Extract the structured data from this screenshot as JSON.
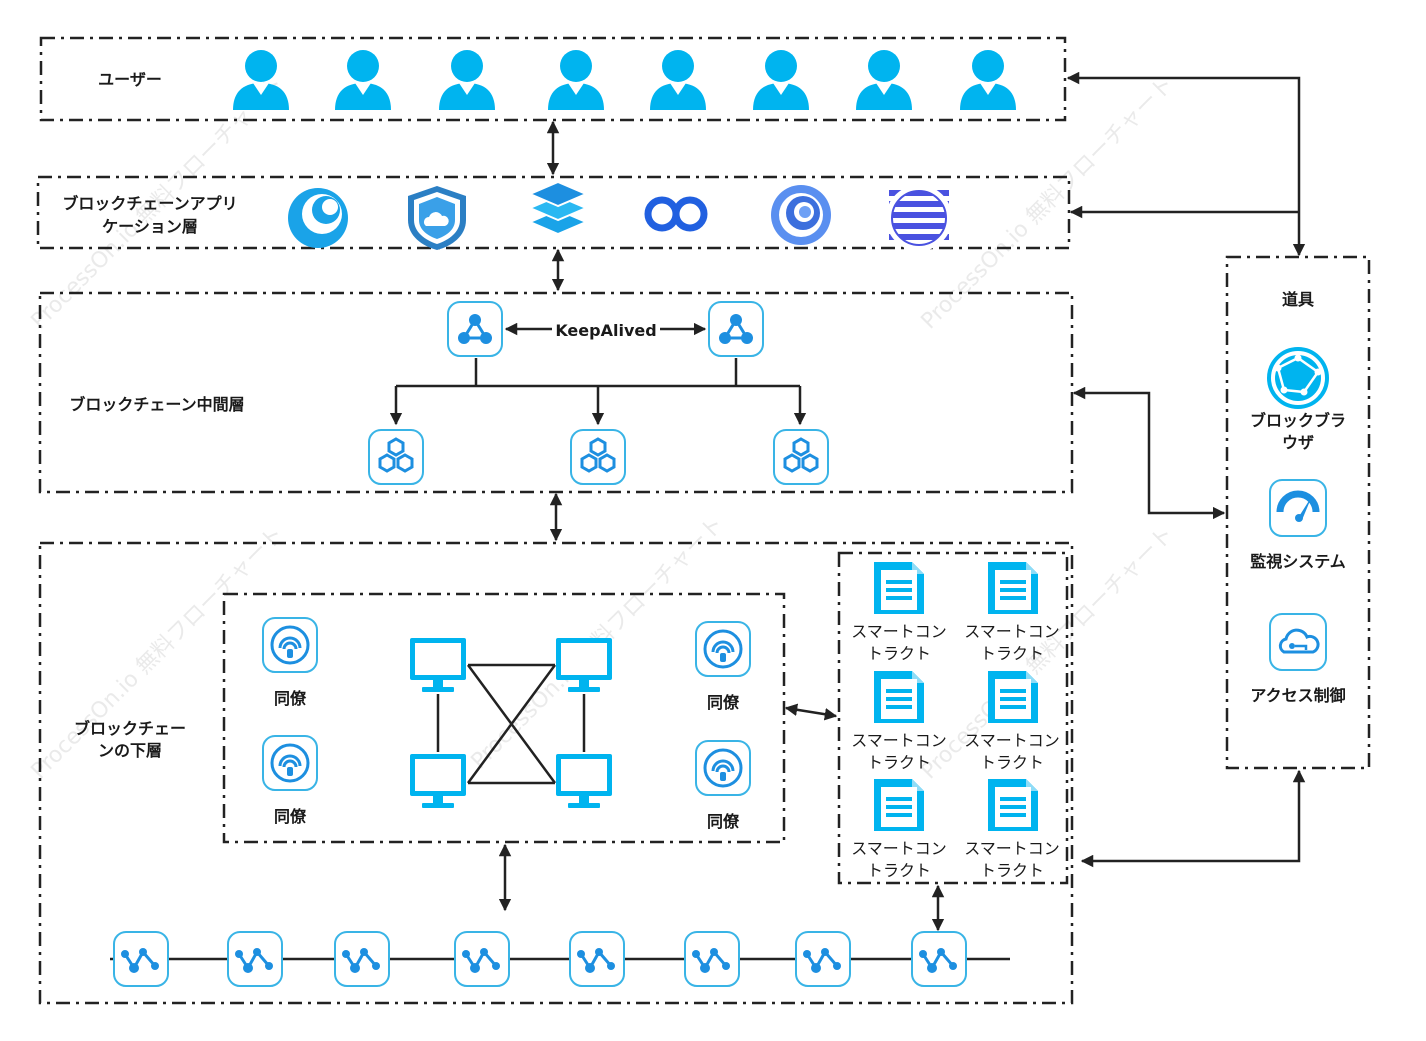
{
  "layers": {
    "users": {
      "label": "ユーザー"
    },
    "application": {
      "label_line1": "ブロックチェーンアプリ",
      "label_line2": "ケーション層"
    },
    "middleware": {
      "label": "ブロックチェーン中間層",
      "keepalive_label": "KeepAlived"
    },
    "lower": {
      "label_line1": "ブロックチェー",
      "label_line2": "ンの下層"
    }
  },
  "peers": [
    "同僚",
    "同僚",
    "同僚",
    "同僚"
  ],
  "contracts": [
    {
      "line1": "スマートコン",
      "line2": "トラクト"
    },
    {
      "line1": "スマートコン",
      "line2": "トラクト"
    },
    {
      "line1": "スマートコン",
      "line2": "トラクト"
    },
    {
      "line1": "スマートコン",
      "line2": "トラクト"
    },
    {
      "line1": "スマートコン",
      "line2": "トラクト"
    },
    {
      "line1": "スマートコン",
      "line2": "トラクト"
    }
  ],
  "tools": {
    "title": "道具",
    "browser_line1": "ブロックブラ",
    "browser_line2": "ウザ",
    "monitor": "監視システム",
    "access": "アクセス制御"
  },
  "watermark": "ProcessOn.io 無料フローチャート",
  "colors": {
    "accent": "#00b4ef",
    "tile_border": "#39b4e6",
    "line": "#222222"
  },
  "icons": {
    "user": "user-icon",
    "apps": [
      "swirl-app-icon",
      "shield-cloud-app-icon",
      "layers-app-icon",
      "rings-app-icon",
      "orbit-app-icon",
      "stripe-globe-app-icon"
    ],
    "load_balancer": "load-balancer-icon",
    "server_cluster": "hexagon-cluster-icon",
    "peer": "broadcast-peer-icon",
    "computer": "monitor-icon",
    "document": "document-icon",
    "chain_node": "chain-node-icon",
    "browser": "globe-network-icon",
    "monitoring": "speedometer-icon",
    "access": "cloud-key-icon"
  }
}
